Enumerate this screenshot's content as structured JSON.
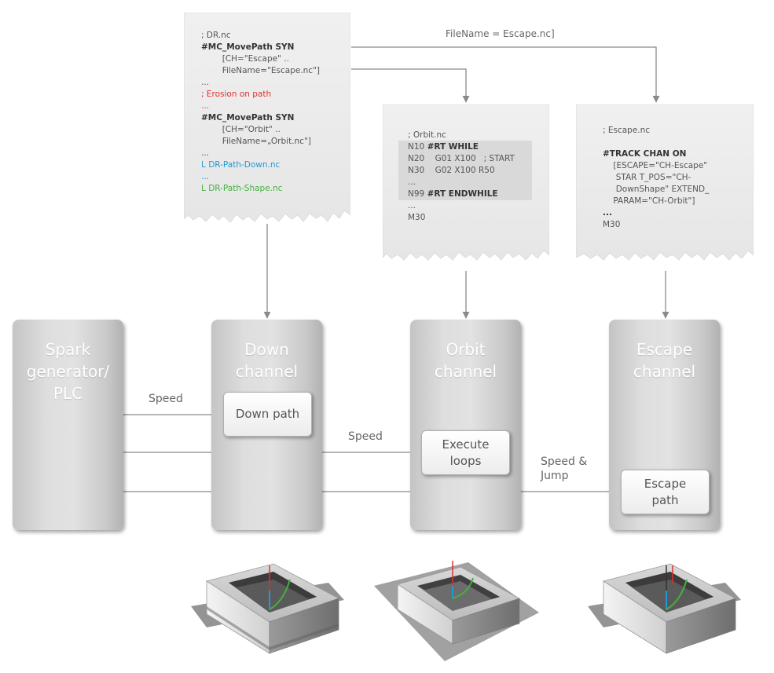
{
  "documents": {
    "dr": {
      "lines": [
        {
          "text": "; DR.nc",
          "style": ""
        },
        {
          "text": "#MC_MovePath SYN",
          "style": "b"
        },
        {
          "text": "        [CH=\"Escape\" ..",
          "style": ""
        },
        {
          "text": "        FileName=\"Escape.nc\"]",
          "style": ""
        },
        {
          "text": "...",
          "style": ""
        },
        {
          "text": "; Erosion on path",
          "style": "red"
        },
        {
          "text": "...",
          "style": "red"
        },
        {
          "text": "#MC_MovePath SYN",
          "style": "b"
        },
        {
          "text": "        [CH=\"Orbit\" ..",
          "style": ""
        },
        {
          "text": "        FileName=„Orbit.nc\"]",
          "style": ""
        },
        {
          "text": "...",
          "style": ""
        },
        {
          "text": "L DR-Path-Down.nc",
          "style": "blue"
        },
        {
          "text": "...",
          "style": "blue"
        },
        {
          "text": "L DR-Path-Shape.nc",
          "style": "green"
        }
      ]
    },
    "orbit": {
      "lines": [
        {
          "text": "; Orbit.nc",
          "parts": [
            {
              "t": "; Orbit.nc",
              "b": false
            }
          ]
        },
        {
          "text": "N10 #RT WHILE",
          "parts": [
            {
              "t": "N10 ",
              "b": false
            },
            {
              "t": "#RT WHILE",
              "b": true
            }
          ]
        },
        {
          "text": "N20    G01 X100   ; START",
          "parts": [
            {
              "t": "N20    G01 X100   ; START",
              "b": false
            }
          ]
        },
        {
          "text": "N30    G02 X100 R50",
          "parts": [
            {
              "t": "N30    G02 X100 R50",
              "b": false
            }
          ]
        },
        {
          "text": "...",
          "parts": [
            {
              "t": "...",
              "b": false
            }
          ]
        },
        {
          "text": "N99 #RT ENDWHILE",
          "parts": [
            {
              "t": "N99 ",
              "b": false
            },
            {
              "t": "#RT ENDWHILE",
              "b": true
            }
          ]
        },
        {
          "text": "...",
          "parts": [
            {
              "t": "...",
              "b": false
            }
          ]
        },
        {
          "text": "M30",
          "parts": [
            {
              "t": "M30",
              "b": false
            }
          ]
        }
      ]
    },
    "escape": {
      "lines": [
        {
          "text": "; Escape.nc",
          "style": ""
        },
        {
          "text": "",
          "style": ""
        },
        {
          "text": "#TRACK CHAN ON",
          "style": "b"
        },
        {
          "text": "    [ESCAPE=\"CH-Escape\"",
          "style": ""
        },
        {
          "text": "     STAR T_POS=\"CH-",
          "style": ""
        },
        {
          "text": "     DownShape\" EXTEND_",
          "style": ""
        },
        {
          "text": "    PARAM=\"CH-Orbit\"]",
          "style": ""
        },
        {
          "text": "...",
          "style": "b"
        },
        {
          "text": "M30",
          "style": ""
        }
      ]
    }
  },
  "top_edge_label": "FileName = Escape.nc]",
  "columns": {
    "spark": {
      "title": "Spark\ngenerator/\nPLC"
    },
    "down": {
      "title": "Down\nchannel",
      "box": "Down path"
    },
    "orbit": {
      "title": "Orbit\nchannel",
      "box": "Execute\nloops"
    },
    "escape": {
      "title": "Escape\nchannel",
      "box": "Escape\npath"
    }
  },
  "edge_labels": {
    "speed_down": "Speed",
    "speed_orbit": "Speed",
    "speed_escape": "Speed &\nJump"
  },
  "colors": {
    "arrow": "#8a8a8a",
    "red": "#e03030",
    "blue": "#1f9ad6",
    "green": "#46b040",
    "column_title": "#ffffff"
  }
}
